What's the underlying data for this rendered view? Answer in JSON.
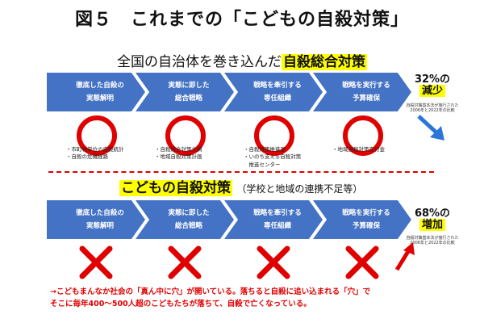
{
  "title": "図５　これまでの「こどもの自殺対策」",
  "section1": {
    "heading_prefix": "全国の自治体を巻き込んだ",
    "heading_highlight": "自殺総合対策",
    "steps": [
      {
        "line1": "徹底した自殺の",
        "line2": "実態解明"
      },
      {
        "line1": "実態に即した",
        "line2": "総合戦略"
      },
      {
        "line1": "戦略を牽引する",
        "line2": "専任組織"
      },
      {
        "line1": "戦略を実行する",
        "line2": "予算確保"
      }
    ],
    "notes": [
      [
        "・市町村単位の自殺統計",
        "・自殺の危機経路"
      ],
      [
        "・自殺総合対策大綱",
        "・地域自殺対策計画"
      ],
      [
        "・自殺対策推進室",
        "・いのち支える自殺対策",
        "　推進センター"
      ],
      [
        "・地域自殺対策交付金"
      ]
    ],
    "result_line1": "32%の",
    "result_line2": "減少",
    "result_note_line1": "自殺対策基本法が施行された",
    "result_note_line2": "2006年と2022年の比較",
    "mark": "circle",
    "arrow_direction": "down"
  },
  "section2": {
    "heading_highlight": "こどもの自殺対策",
    "heading_paren": "（学校と地域の連携不足等）",
    "steps": [
      {
        "line1": "徹底した自殺の",
        "line2": "実態解明"
      },
      {
        "line1": "実態に即した",
        "line2": "総合戦略"
      },
      {
        "line1": "戦略を牽引する",
        "line2": "専任組織"
      },
      {
        "line1": "戦略を実行する",
        "line2": "予算確保"
      }
    ],
    "result_line1": "68%の",
    "result_line2": "増加",
    "result_note_line1": "自殺対策基本法が施行された",
    "result_note_line2": "2006年と2022年の比較",
    "mark": "cross",
    "arrow_direction": "up"
  },
  "footer": {
    "line1": "→こどもまんなか社会の「真ん中に穴」が開いている。落ちると自殺に追い込まれる「穴」で",
    "line2": "そこに毎年400～500人超のこどもたちが落ちて、自殺で亡くなっている。"
  },
  "colors": {
    "chevron_blue": "#4472c4",
    "mark_red": "#e00000",
    "highlight_yellow": "#ffff00",
    "arrow_blue": "#2e75d8"
  }
}
